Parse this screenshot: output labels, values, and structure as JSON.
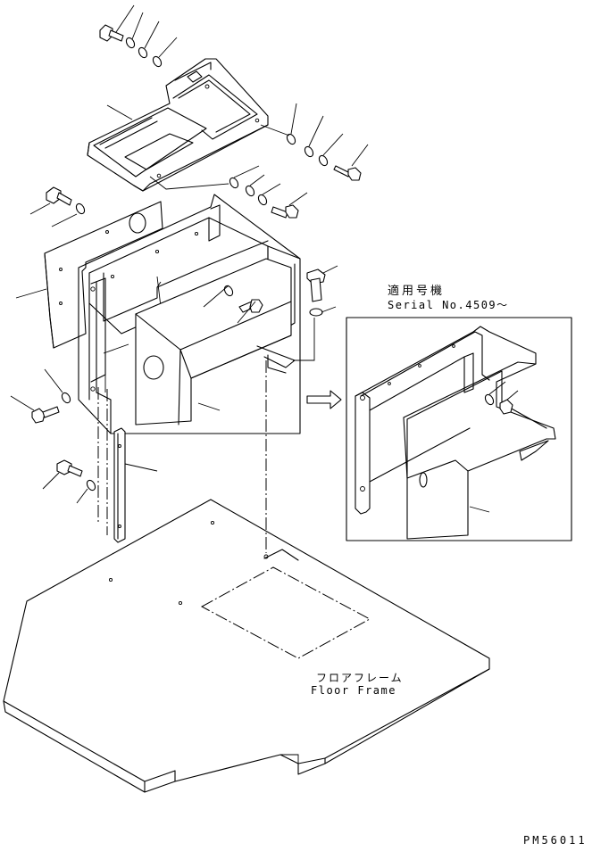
{
  "labels": {
    "applicable_models": "適用号機",
    "serial_number": "Serial No.4509～",
    "floor_frame_jp": "フロアフレーム",
    "floor_frame_en": "Floor Frame",
    "drawing_code": "PM56011"
  },
  "colors": {
    "line": "#000000",
    "background": "#ffffff"
  },
  "icons": {
    "flow_arrow": "right-outline-arrow"
  }
}
